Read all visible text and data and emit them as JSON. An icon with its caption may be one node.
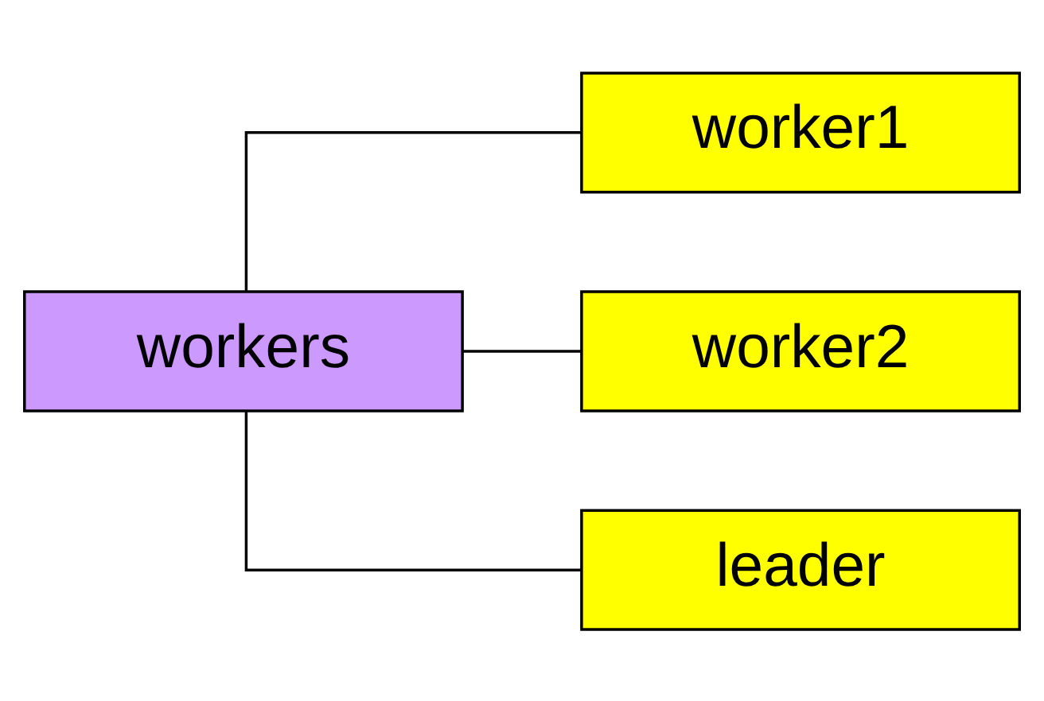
{
  "diagram": {
    "nodes": [
      {
        "text": [
          "workers"
        ]
      },
      {
        "text": [
          "worker1"
        ]
      },
      {
        "text": [
          "worker2"
        ]
      },
      {
        "text": [
          "leader"
        ]
      }
    ],
    "edges": [
      {
        "from": 0,
        "to": 1,
        "arrow": "none"
      },
      {
        "from": 0,
        "to": 2,
        "arrow": "none"
      },
      {
        "from": 0,
        "to": 3,
        "arrow": "none"
      }
    ]
  }
}
